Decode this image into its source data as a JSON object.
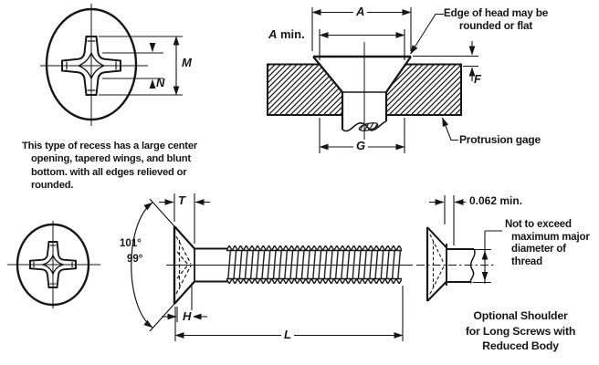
{
  "colors": {
    "ink": "#161616",
    "paper": "#ffffff"
  },
  "recess_view": {
    "dim_m": "M",
    "dim_n": "N"
  },
  "recess_note": {
    "lines": [
      "This type of recess has a large center",
      "opening, tapered wings, and blunt",
      "bottom. with all edges relieved or",
      "rounded."
    ]
  },
  "section_view": {
    "dim_a": "A",
    "dim_a_min_letter": "A",
    "dim_a_min_suffix": " min.",
    "dim_f": "F",
    "dim_g": "G",
    "edge_note_lines": [
      "Edge of head may be",
      "rounded or flat"
    ],
    "protrusion_label": "Protrusion gage"
  },
  "screw_view": {
    "dim_t": "T",
    "dim_h": "H",
    "dim_l": "L",
    "angle_upper": "101°",
    "angle_lower": "99°"
  },
  "shoulder_view": {
    "dim_min": "0.062 min.",
    "note_lines": [
      "Not to exceed",
      "maximum major",
      "diameter of",
      "thread"
    ],
    "caption_lines": [
      "Optional Shoulder",
      "for Long Screws with",
      "Reduced Body"
    ]
  }
}
